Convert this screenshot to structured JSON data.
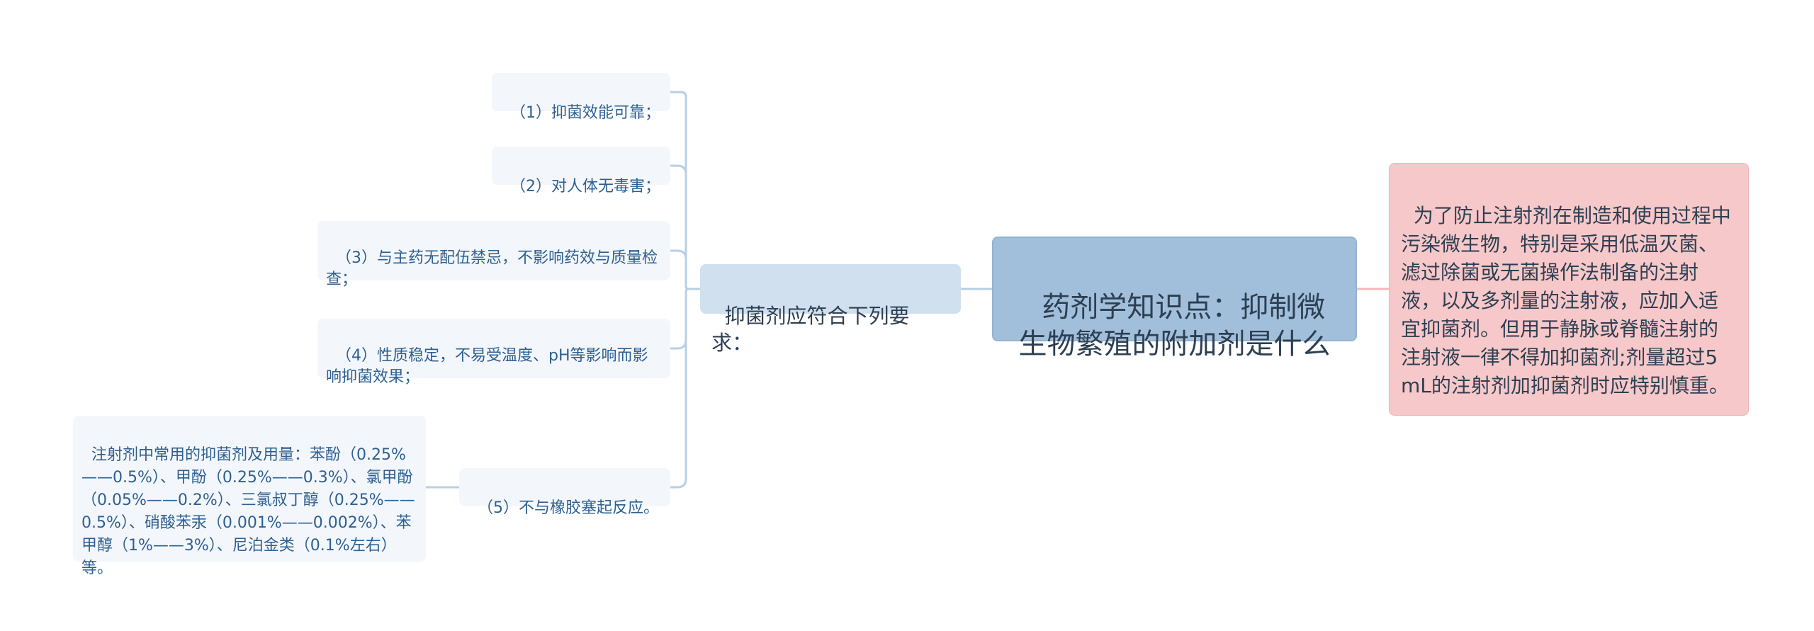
{
  "central": {
    "title": "药剂学知识点：抑制微生物繁殖的附加剂是什么"
  },
  "note": {
    "text": "为了防止注射剂在制造和使用过程中污染微生物，特别是采用低温灭菌、滤过除菌或无菌操作法制备的注射液，以及多剂量的注射液，应加入适宜抑菌剂。但用于静脉或脊髓注射的注射液一律不得加抑菌剂;剂量超过5mL的注射剂加抑菌剂时应特别慎重。"
  },
  "branch": {
    "label": "抑菌剂应符合下列要求："
  },
  "leaves": [
    {
      "text": "（1）抑菌效能可靠；"
    },
    {
      "text": "（2）对人体无毒害；"
    },
    {
      "text": "（3）与主药无配伍禁忌，不影响药效与质量检查；"
    },
    {
      "text": "（4）性质稳定，不易受温度、pH等影响而影响抑菌效果；"
    },
    {
      "text": "（5）不与橡胶塞起反应。"
    }
  ],
  "detail": {
    "text": "注射剂中常用的抑菌剂及用量：苯酚（0.25%——0.5%）、甲酚（0.25%——0.3%）、氯甲酚（0.05%——0.2%）、三氯叔丁醇（0.25%——0.5%）、硝酸苯汞（0.001%——0.002%）、苯甲醇（1%——3%）、尼泊金类（0.1%左右）等。"
  },
  "colors": {
    "connector_blue": "#b7cfe4",
    "connector_pink": "#f2b9bb"
  }
}
